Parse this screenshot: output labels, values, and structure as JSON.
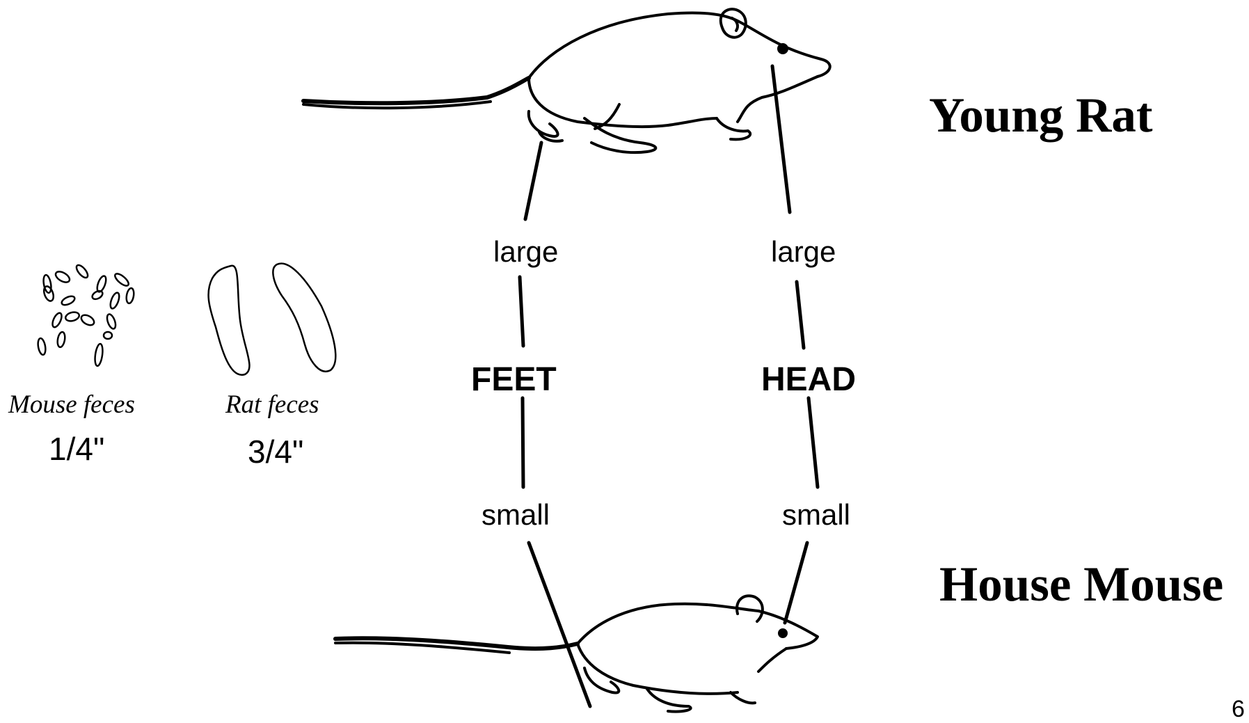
{
  "titles": {
    "young_rat": "Young Rat",
    "house_mouse": "House Mouse"
  },
  "feces": {
    "mouse": {
      "caption": "Mouse feces",
      "size": "1/4\""
    },
    "rat": {
      "caption": "Rat feces",
      "size": "3/4\""
    }
  },
  "feet": {
    "top": "large",
    "label": "FEET",
    "bottom": "small"
  },
  "head": {
    "top": "large",
    "label": "HEAD",
    "bottom": "small"
  },
  "page_number": "6"
}
